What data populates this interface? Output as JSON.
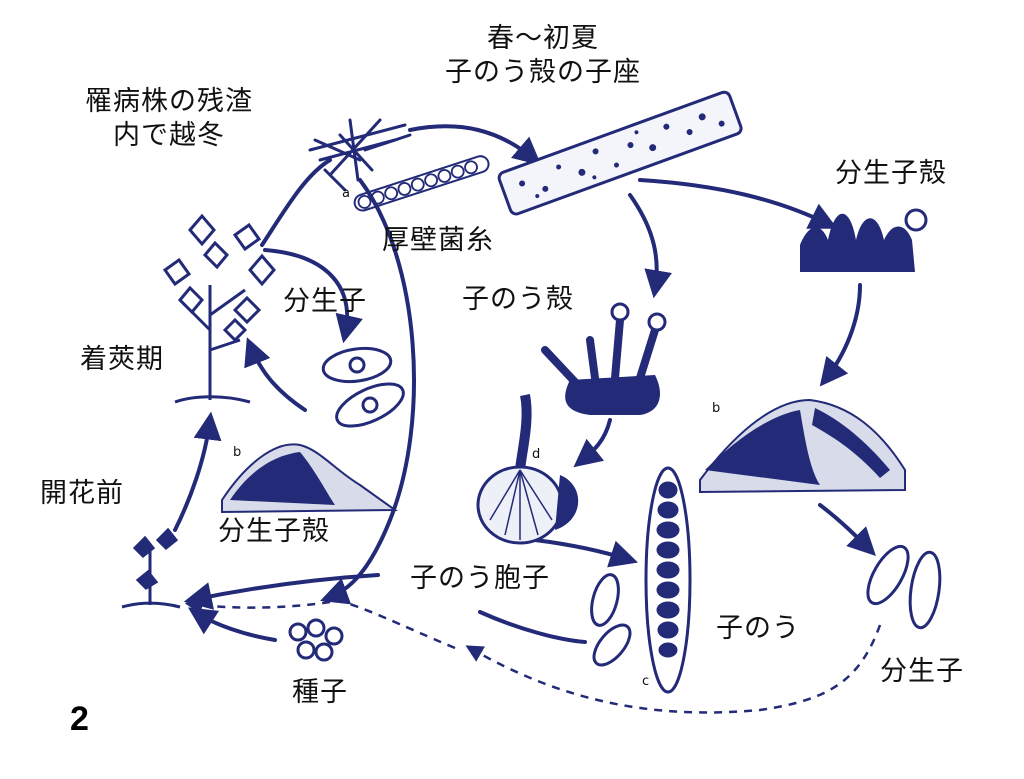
{
  "figure_number": "2",
  "colors": {
    "ink": "#232a78",
    "text": "#111111",
    "background": "#ffffff"
  },
  "labels": {
    "overwinter": "罹病株の残渣\n内で越冬",
    "season_stroma": "春〜初夏\n子のう殻の子座",
    "chlamydospore": "厚壁菌糸",
    "pycnidium_top": "分生子殻",
    "conidia_left": "分生子",
    "perithecium": "子のう殻",
    "pod_stage": "着莢期",
    "pre_flowering": "開花前",
    "pycnidium_left": "分生子殻",
    "ascospore": "子のう胞子",
    "ascus": "子のう",
    "conidia_right": "分生子",
    "seed": "種子"
  },
  "micro_labels": {
    "scale_a": "a",
    "scale_b_left": "b",
    "scale_b_right": "b",
    "scale_c": "c",
    "scale_d": "d"
  }
}
